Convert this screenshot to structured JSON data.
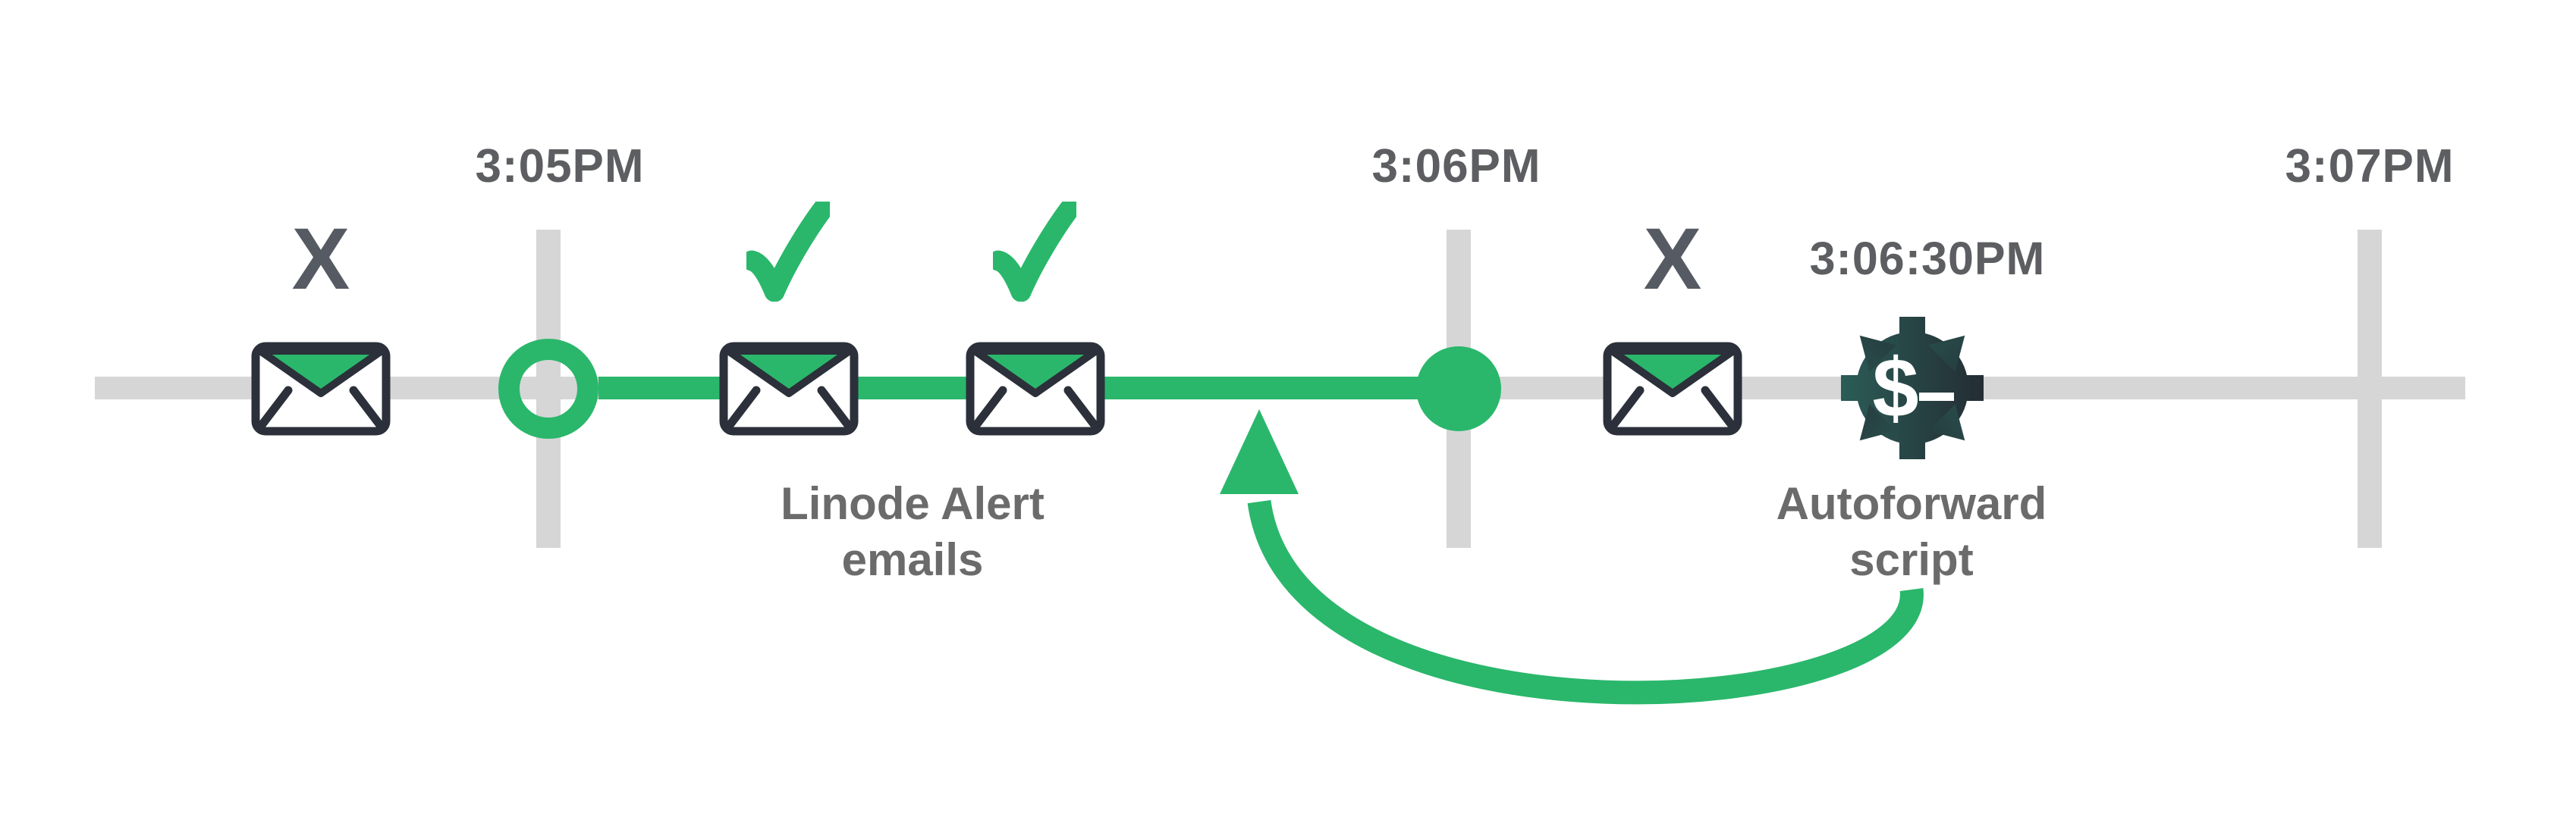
{
  "theme": {
    "green": "#2ab76b",
    "track_gray": "#d6d6d6",
    "outline_dark": "#2b303a",
    "x_color": "#565b63",
    "timestamp_color": "#5d5e61",
    "label_color": "#6b6b6b",
    "gear_grad_start": "#2b5c56",
    "gear_grad_end": "#242d34"
  },
  "timeline": {
    "tick_labels": [
      "3:05PM",
      "3:06PM",
      "3:07PM"
    ]
  },
  "markers": {
    "failed_symbol": "X",
    "gear_prompt_symbol": "$"
  },
  "annotations": {
    "autoforward_time": "3:06:30PM",
    "linode_alert": {
      "line1": "Linode Alert",
      "line2": "emails"
    },
    "autoforward": {
      "line1": "Autoforward",
      "line2": "script"
    }
  },
  "icons": {
    "email": "envelope-icon",
    "delivered": "checkmark-icon",
    "failed": "x-mark",
    "script": "gear-dollar-prompt-icon",
    "retry": "curved-arrow-up-icon",
    "start_node": "hollow-circle-node",
    "end_node": "filled-circle-node"
  }
}
